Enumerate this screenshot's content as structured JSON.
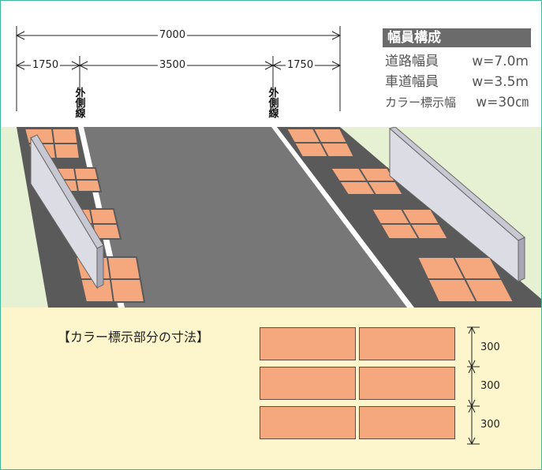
{
  "dimensions": {
    "total": "7000",
    "left_shoulder": "1750",
    "carriageway": "3500",
    "right_shoulder": "1750"
  },
  "edge_line_label_left": [
    "外",
    "側",
    "線"
  ],
  "edge_line_label_right": [
    "外",
    "側",
    "線"
  ],
  "info": {
    "title": "幅員構成",
    "rows": [
      {
        "label": "道路幅員",
        "value": "w=7.0m"
      },
      {
        "label": "車道幅員",
        "value": "w=3.5m"
      },
      {
        "label": "カラー標示幅",
        "value": "w=30㎝"
      }
    ]
  },
  "detail": {
    "title": "【カラー標示部分の寸法】",
    "row_sizes": [
      "300",
      "300",
      "300"
    ]
  },
  "colors": {
    "frame_border": "#3fb89a",
    "road": "#777777",
    "shoulder": "#5a5a5a",
    "color_marking": "#f5a77e",
    "background_green": "#e6f0d2",
    "lower_panel": "#fdf6cc"
  }
}
